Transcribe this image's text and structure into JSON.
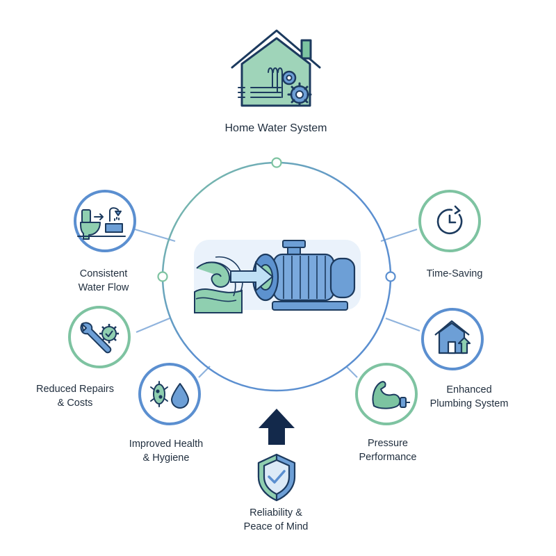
{
  "hub": {
    "title": "Home Water System"
  },
  "benefits": {
    "consistent_flow": {
      "line1": "Consistent",
      "line2": "Water Flow"
    },
    "time_saving": {
      "line1": "Time-Saving"
    },
    "reduced_repairs": {
      "line1": "Reduced Repairs",
      "line2": "& Costs"
    },
    "enhanced_plumbing": {
      "line1": "Enhanced",
      "line2": "Plumbing System"
    },
    "improved_health": {
      "line1": "Improved Health",
      "line2": "& Hygiene"
    },
    "pressure_performance": {
      "line1": "Pressure",
      "line2": "Performance"
    },
    "reliability": {
      "line1": "Reliability &",
      "line2": "Peace of Mind"
    }
  },
  "colors": {
    "blue_ring": "#5b8fd0",
    "green_ring": "#7ec3a1",
    "navy": "#1c3a5e",
    "blue_fill": "#6d9fd6",
    "green_fill": "#7cc4a1",
    "connector": "#8fb3dd"
  },
  "icons": {
    "hub": "house-gear-icon",
    "center": "water-pump-icon",
    "consistent_flow": "toilet-shower-icon",
    "time_saving": "clock-icon",
    "reduced_repairs": "wrench-gear-icon",
    "enhanced_plumbing": "house-upgrade-icon",
    "improved_health": "germ-droplet-icon",
    "pressure_performance": "flexed-arm-icon",
    "reliability": "shield-check-icon",
    "arrow": "up-arrow-icon"
  }
}
